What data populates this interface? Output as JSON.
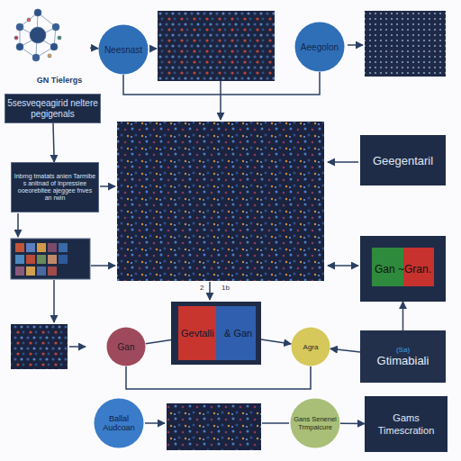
{
  "diagram": {
    "nodes": [
      {
        "text": [
          "GN Tielergs"
        ]
      },
      {
        "text": [
          "Neesnast"
        ]
      },
      {
        "text": [
          "Aeegolon"
        ]
      },
      {
        "text": [
          "5sesveqeagirid neltere pegigenals"
        ]
      },
      {
        "text": [
          "Inbrng tmatats anien Tarmibe s anitnad of Inpressiee ooeorebitee ajeggee fnves an rwin"
        ]
      },
      {
        "text": [
          "Geegentaril"
        ]
      },
      {
        "text": [
          "Gan ~Gran."
        ]
      },
      {
        "text": [
          "Gevtalli",
          "& Gan"
        ]
      },
      {
        "text": [
          "Gan"
        ]
      },
      {
        "text": [
          "Agra"
        ]
      },
      {
        "text": [
          "(Sa)",
          "Gtimabiali"
        ]
      },
      {
        "text": [
          "Ballal Audcoan"
        ]
      },
      {
        "text": [
          "Gans Senenel Trmpaicure"
        ]
      },
      {
        "text": [
          "Gams Timescration"
        ]
      }
    ],
    "edges": [
      {
        "from": 0,
        "to": 1,
        "arrow": "to"
      },
      {
        "from": 3,
        "to": 4,
        "arrow": "to"
      },
      {
        "from": 8,
        "to": 7,
        "arrow": "none"
      },
      {
        "from": 7,
        "to": 9,
        "arrow": "to"
      },
      {
        "from": 10,
        "to": 9,
        "arrow": "to"
      },
      {
        "from": 10,
        "to": 6,
        "arrow": "to"
      },
      {
        "from": 12,
        "to": 13,
        "arrow": "to"
      },
      {
        "from": 8,
        "to": 9,
        "arrow": "none"
      }
    ],
    "labels": [
      "2",
      "1b"
    ]
  }
}
